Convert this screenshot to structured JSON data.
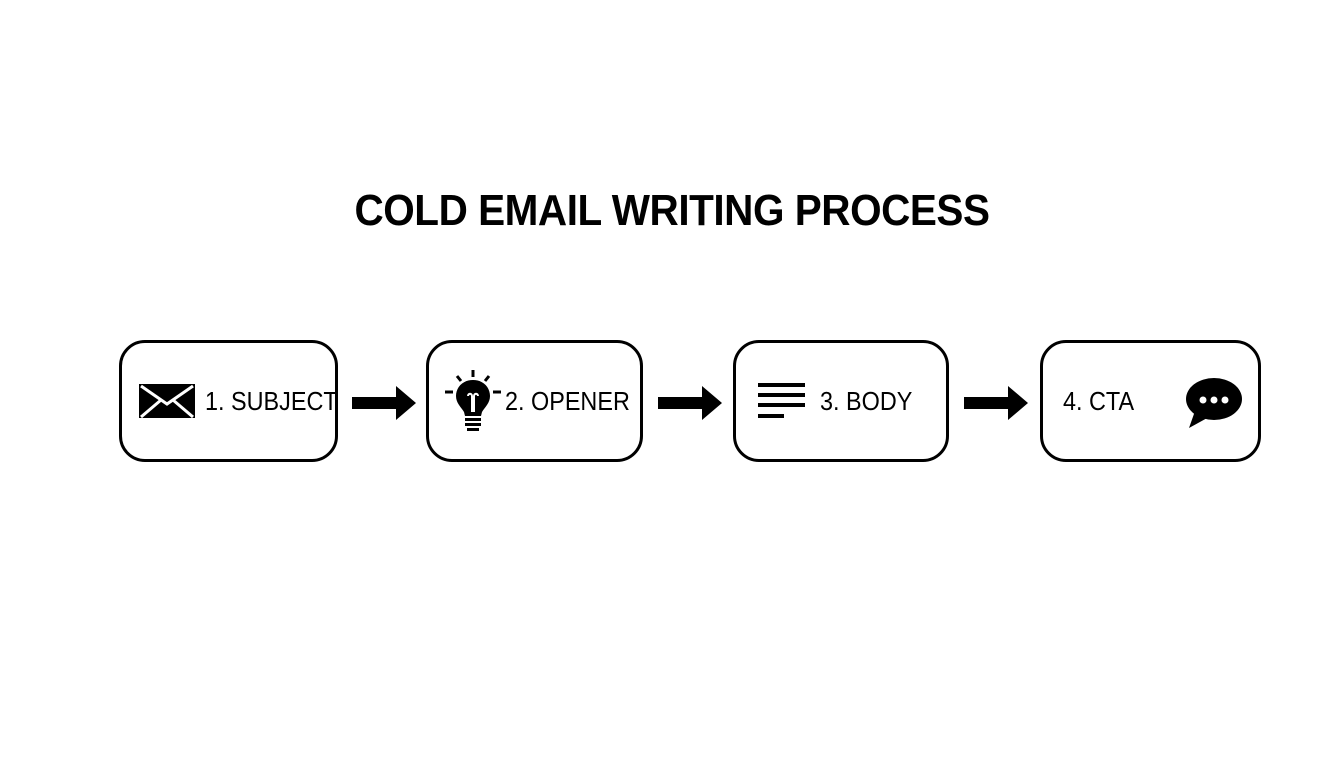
{
  "title": "COLD EMAIL WRITING PROCESS",
  "steps": [
    {
      "label": "1. SUBJECT",
      "icon": "envelope-icon"
    },
    {
      "label": "2. OPENER",
      "icon": "lightbulb-icon"
    },
    {
      "label": "3. BODY",
      "icon": "text-lines-icon"
    },
    {
      "label": "4. CTA",
      "icon": "speech-bubble-icon"
    }
  ],
  "connector": "arrow-right-icon",
  "colors": {
    "stroke": "#000000",
    "background": "#ffffff"
  }
}
